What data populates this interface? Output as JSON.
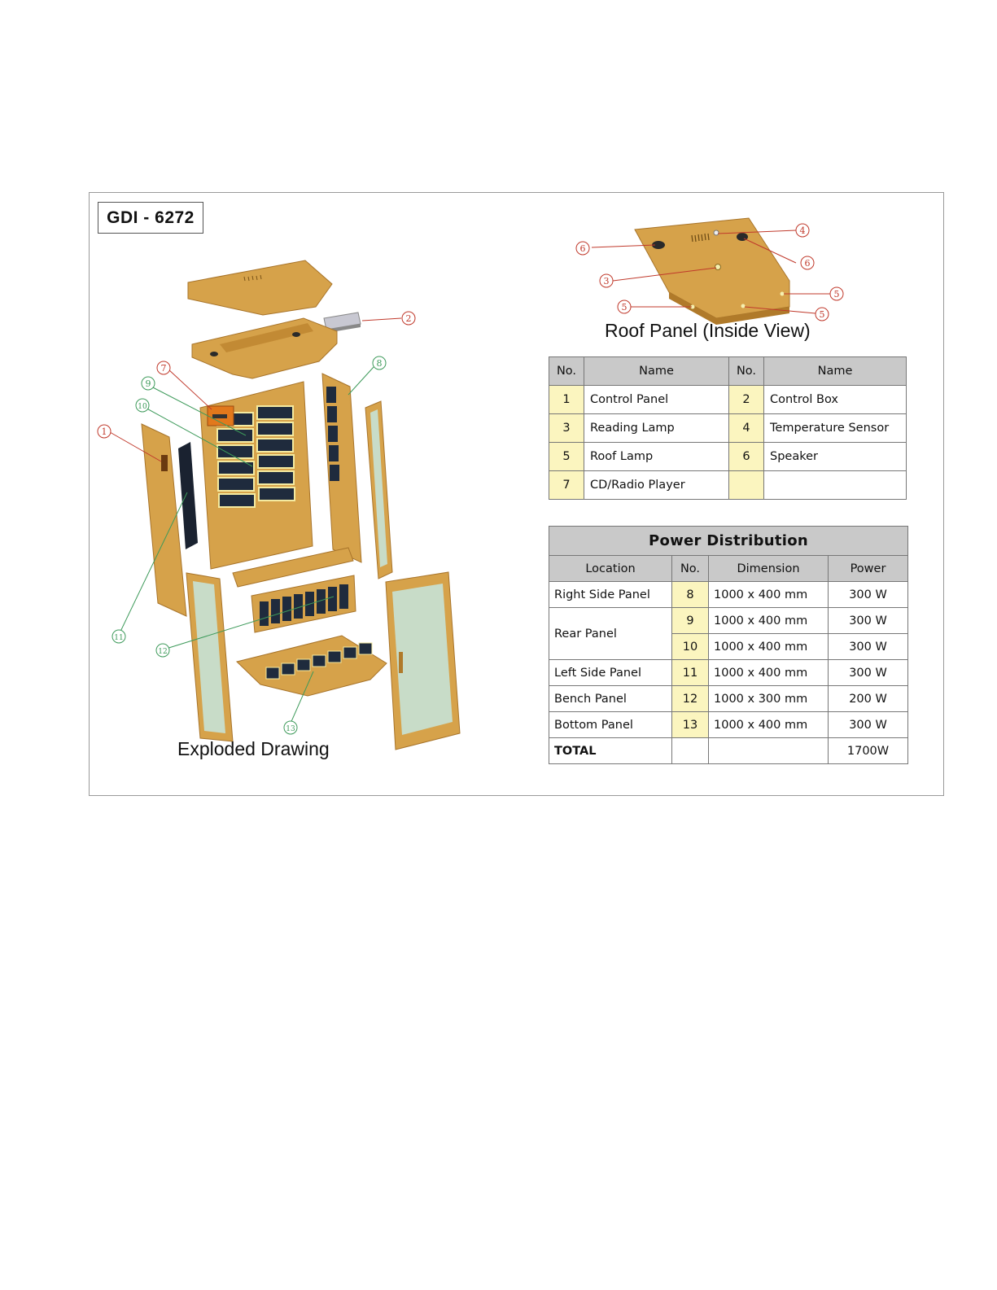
{
  "model": "GDI - 6272",
  "captions": {
    "roof_panel": "Roof Panel (Inside View)",
    "exploded": "Exploded Drawing"
  },
  "callouts": [
    "1",
    "2",
    "3",
    "4",
    "5",
    "6",
    "7",
    "8",
    "9",
    "10",
    "11",
    "12",
    "13"
  ],
  "colors": {
    "wood": "#d6a24a",
    "wood_dark": "#b07a2a",
    "heater": "#1f2b3d",
    "glass": "#c8dcc8",
    "callout_red": "#c0392b",
    "callout_green": "#3d9a5a",
    "number_cell": "#fbf5bf",
    "header_cell": "#c9c9c9"
  },
  "parts_table": {
    "headers": [
      "No.",
      "Name",
      "No.",
      "Name"
    ],
    "rows": [
      {
        "n1": "1",
        "name1": "Control Panel",
        "n2": "2",
        "name2": "Control Box"
      },
      {
        "n1": "3",
        "name1": "Reading Lamp",
        "n2": "4",
        "name2": "Temperature Sensor"
      },
      {
        "n1": "5",
        "name1": "Roof Lamp",
        "n2": "6",
        "name2": "Speaker"
      },
      {
        "n1": "7",
        "name1": "CD/Radio Player",
        "n2": "",
        "name2": ""
      }
    ]
  },
  "power_table": {
    "title": "Power Distribution",
    "headers": [
      "Location",
      "No.",
      "Dimension",
      "Power"
    ],
    "rows": [
      {
        "location": "Right Side Panel",
        "no": "8",
        "dimension": "1000 x 400 mm",
        "power": "300 W"
      },
      {
        "location": "Rear Panel",
        "no": "9",
        "dimension": "1000 x 400 mm",
        "power": "300 W"
      },
      {
        "location": "",
        "no": "10",
        "dimension": "1000 x 400 mm",
        "power": "300 W"
      },
      {
        "location": "Left Side Panel",
        "no": "11",
        "dimension": "1000 x 400 mm",
        "power": "300 W"
      },
      {
        "location": "Bench Panel",
        "no": "12",
        "dimension": "1000 x 300 mm",
        "power": "200 W"
      },
      {
        "location": "Bottom Panel",
        "no": "13",
        "dimension": "1000 x 400 mm",
        "power": "300 W"
      }
    ],
    "total_label": "TOTAL",
    "total_power": "1700W"
  }
}
